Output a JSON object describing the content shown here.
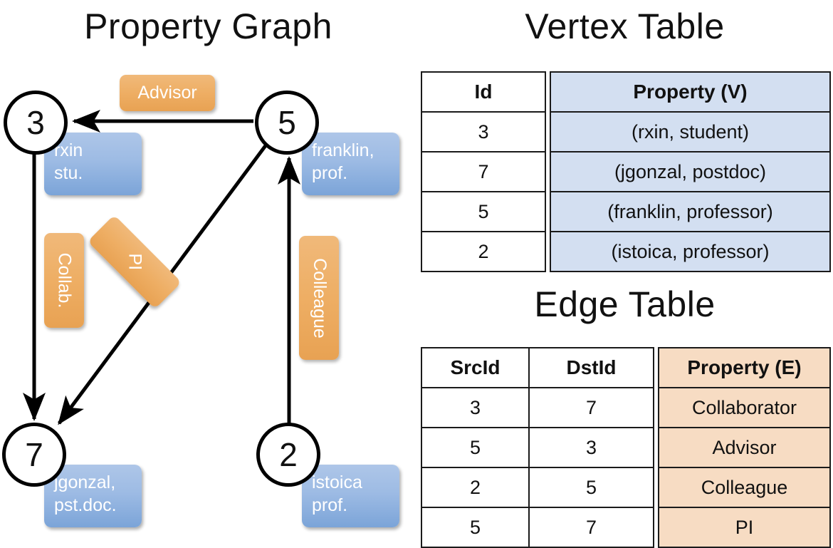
{
  "titles": {
    "property_graph": "Property Graph",
    "vertex_table": "Vertex Table",
    "edge_table": "Edge Table"
  },
  "graph": {
    "nodes": [
      {
        "id": "3",
        "property_lines": [
          "rxin",
          "stu."
        ]
      },
      {
        "id": "5",
        "property_lines": [
          "franklin,",
          "prof."
        ]
      },
      {
        "id": "7",
        "property_lines": [
          "jgonzal,",
          "pst.doc."
        ]
      },
      {
        "id": "2",
        "property_lines": [
          "istoica",
          "prof."
        ]
      }
    ],
    "edge_labels": [
      {
        "text": "Advisor",
        "from": "5",
        "to": "3"
      },
      {
        "text": "Collab.",
        "from": "3",
        "to": "7"
      },
      {
        "text": "PI",
        "from": "5",
        "to": "7"
      },
      {
        "text": "Colleague",
        "from": "2",
        "to": "5"
      }
    ]
  },
  "vertex_table": {
    "headers": [
      "Id",
      "Property (V)"
    ],
    "rows": [
      {
        "id": "3",
        "property": "(rxin, student)"
      },
      {
        "id": "7",
        "property": "(jgonzal, postdoc)"
      },
      {
        "id": "5",
        "property": "(franklin, professor)"
      },
      {
        "id": "2",
        "property": "(istoica, professor)"
      }
    ]
  },
  "edge_table": {
    "headers": [
      "SrcId",
      "DstId",
      "Property (E)"
    ],
    "rows": [
      {
        "src": "3",
        "dst": "7",
        "property": "Collaborator"
      },
      {
        "src": "5",
        "dst": "3",
        "property": "Advisor"
      },
      {
        "src": "2",
        "dst": "5",
        "property": "Colleague"
      },
      {
        "src": "5",
        "dst": "7",
        "property": "PI"
      }
    ]
  },
  "colors": {
    "vertex_fill": "#d3dff1",
    "edge_fill": "#f7dcc3",
    "node_box": "#7ba4d8",
    "edge_box": "#e8a253",
    "stroke": "#000000"
  }
}
